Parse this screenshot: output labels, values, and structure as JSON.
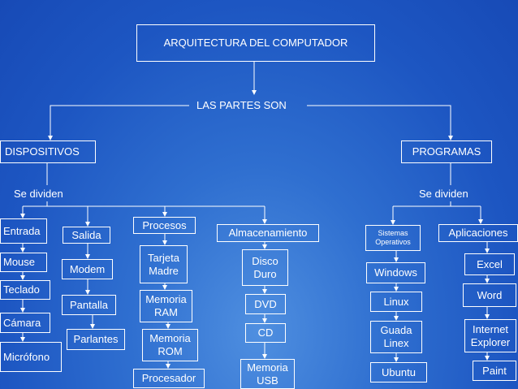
{
  "title": "ARQUITECTURA DEL COMPUTADOR",
  "subtitle": "LAS PARTES SON",
  "left": {
    "label": "DISPOSITIVOS",
    "connector": "Se dividen",
    "categories": {
      "entrada": {
        "label": "Entrada",
        "items": [
          "Mouse",
          "Teclado",
          "Cámara",
          "Micrófono"
        ]
      },
      "salida": {
        "label": "Salida",
        "items": [
          "Modem",
          "Pantalla",
          "Parlantes"
        ]
      },
      "procesos": {
        "label": "Procesos",
        "items": [
          "Tarjeta Madre",
          "Memoria RAM",
          "Memoria ROM",
          "Procesador"
        ]
      },
      "almacenamiento": {
        "label": "Almacenamiento",
        "items": [
          "Disco Duro",
          "DVD",
          "CD",
          "Memoria USB"
        ]
      }
    }
  },
  "right": {
    "label": "PROGRAMAS",
    "connector": "Se dividen",
    "categories": {
      "sistemas": {
        "label": "Sistemas Operativos",
        "items": [
          "Windows",
          "Linux",
          "Guada Linex",
          "Ubuntu"
        ]
      },
      "aplicaciones": {
        "label": "Aplicaciones",
        "items": [
          "Excel",
          "Word",
          "Internet Explorer",
          "Paint"
        ]
      }
    }
  },
  "colors": {
    "background": "#1f5ac4",
    "line": "#ffffff",
    "text": "#ffffff"
  }
}
